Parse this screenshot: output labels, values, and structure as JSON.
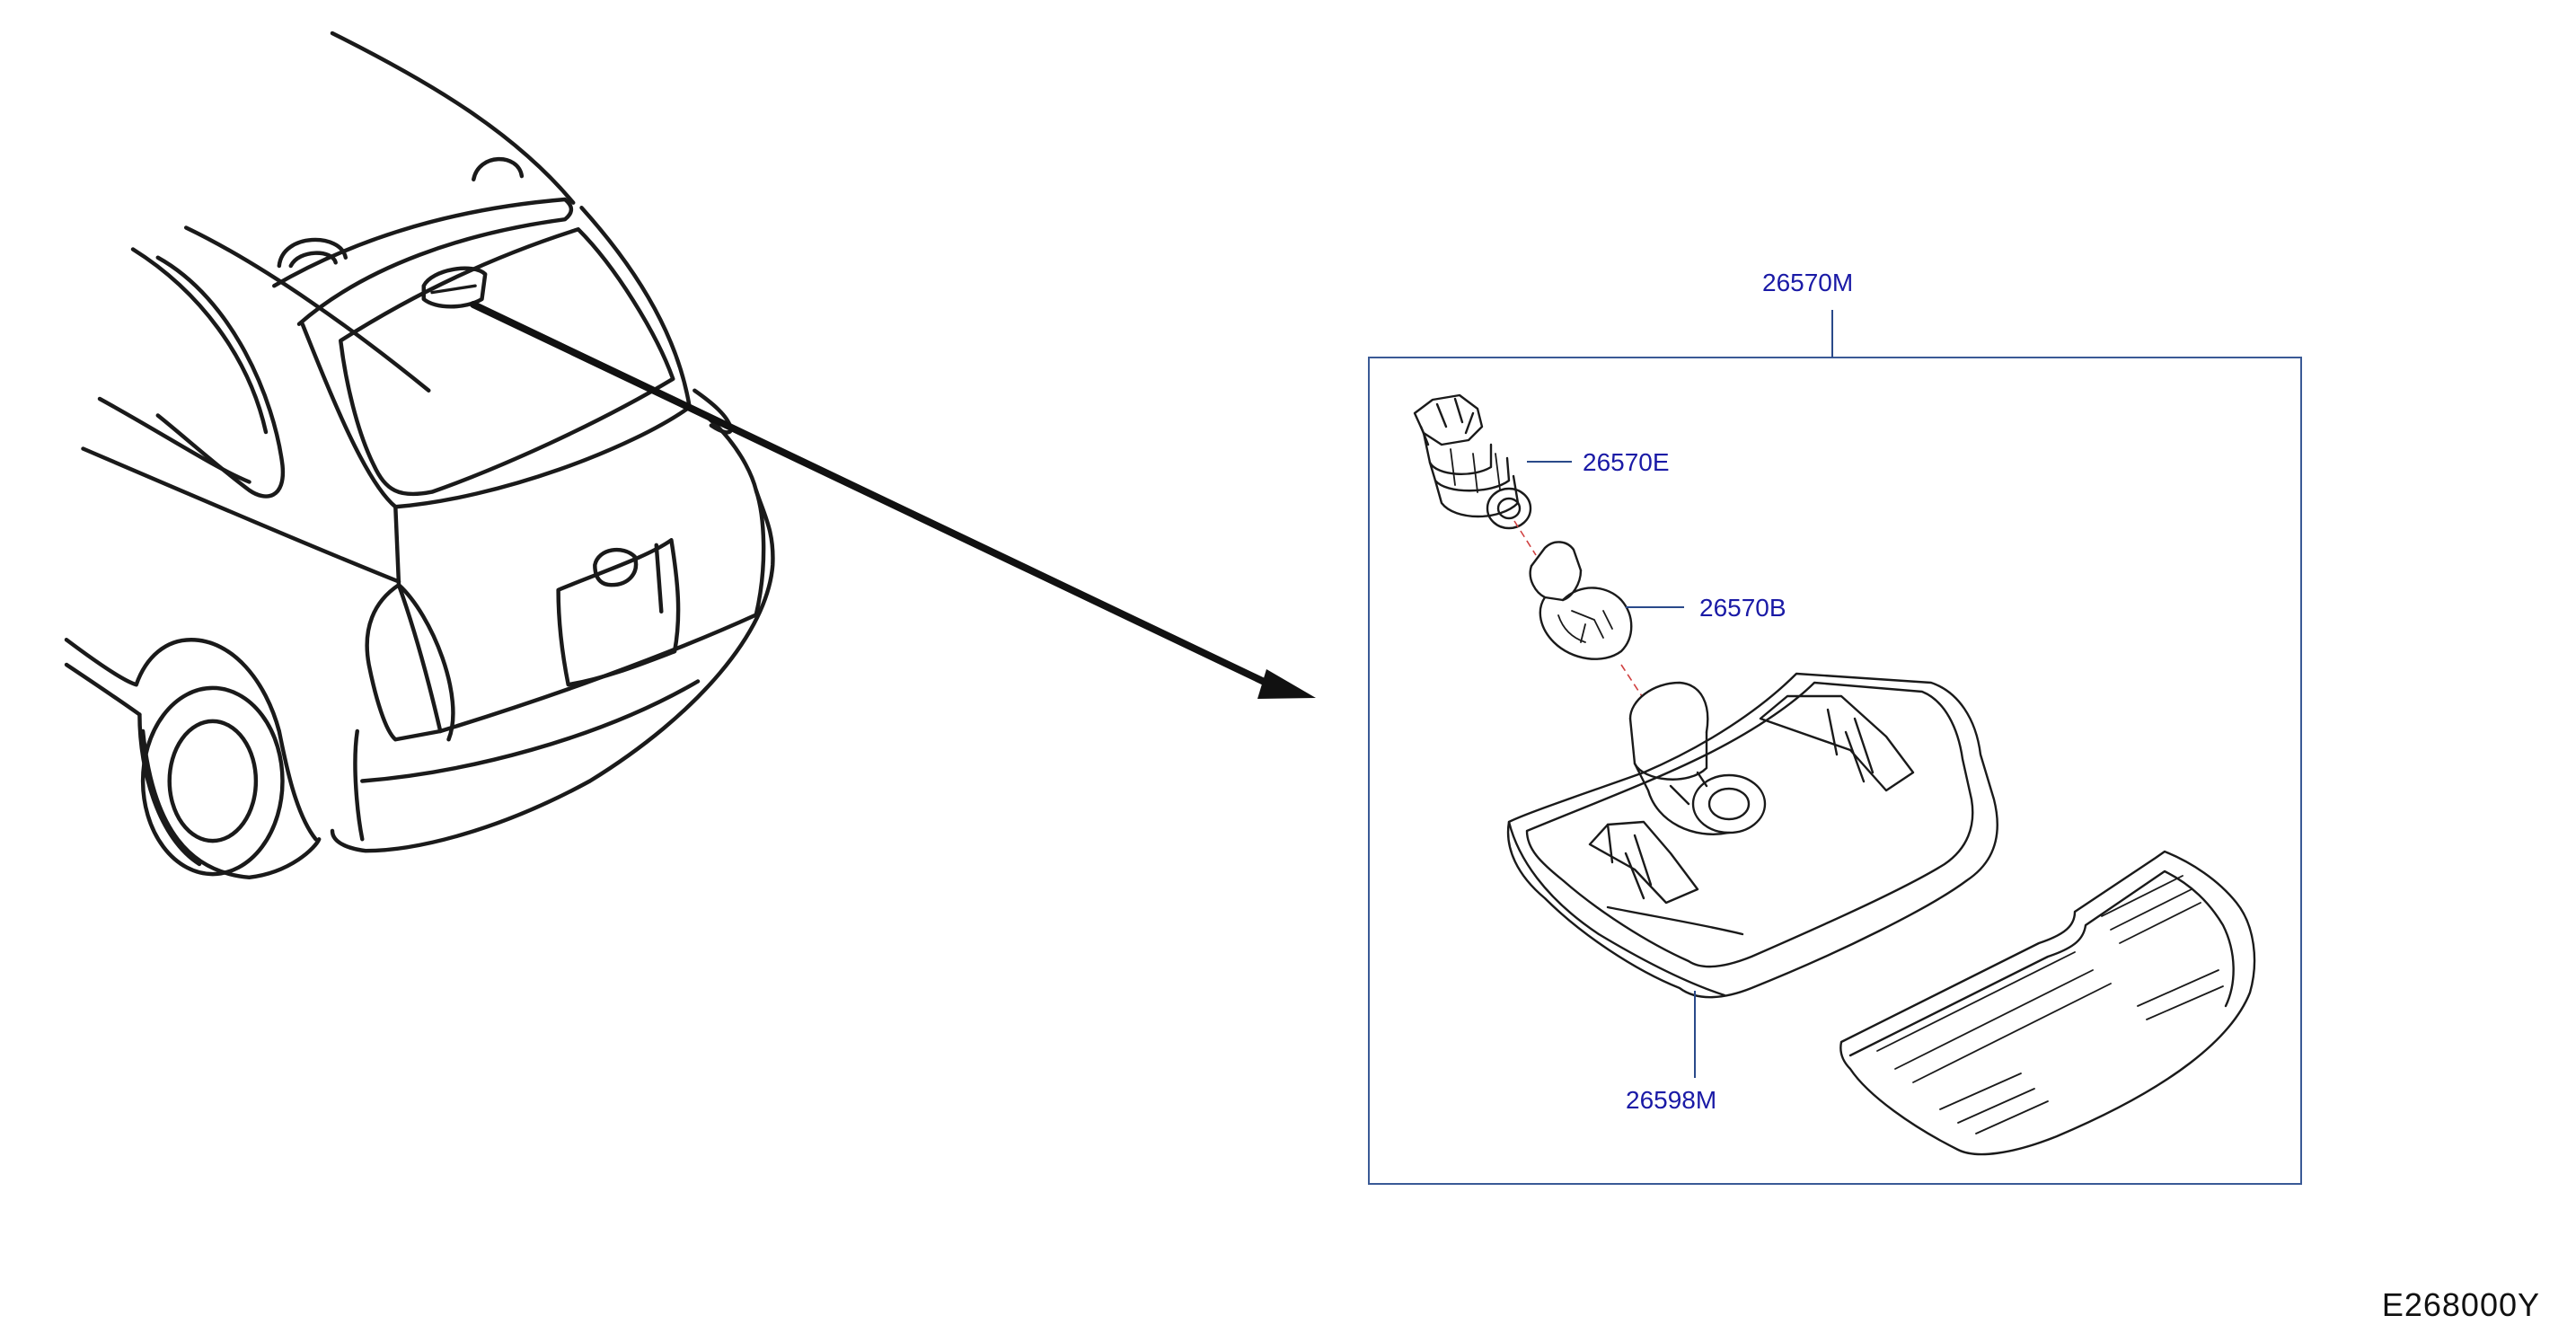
{
  "diagram_id": "E268000Y",
  "callouts": [
    {
      "part_number": "26570M",
      "target": "lamp-assembly-frame"
    },
    {
      "part_number": "26570E",
      "target": "bulb-socket"
    },
    {
      "part_number": "26570B",
      "target": "bulb"
    },
    {
      "part_number": "26598M",
      "target": "lamp-housing"
    }
  ],
  "colors": {
    "label_text": "#1a1aa6",
    "leader_line": "#2a4a8a",
    "linework": "#1a1a1a",
    "guide_dash": "#d04040"
  }
}
